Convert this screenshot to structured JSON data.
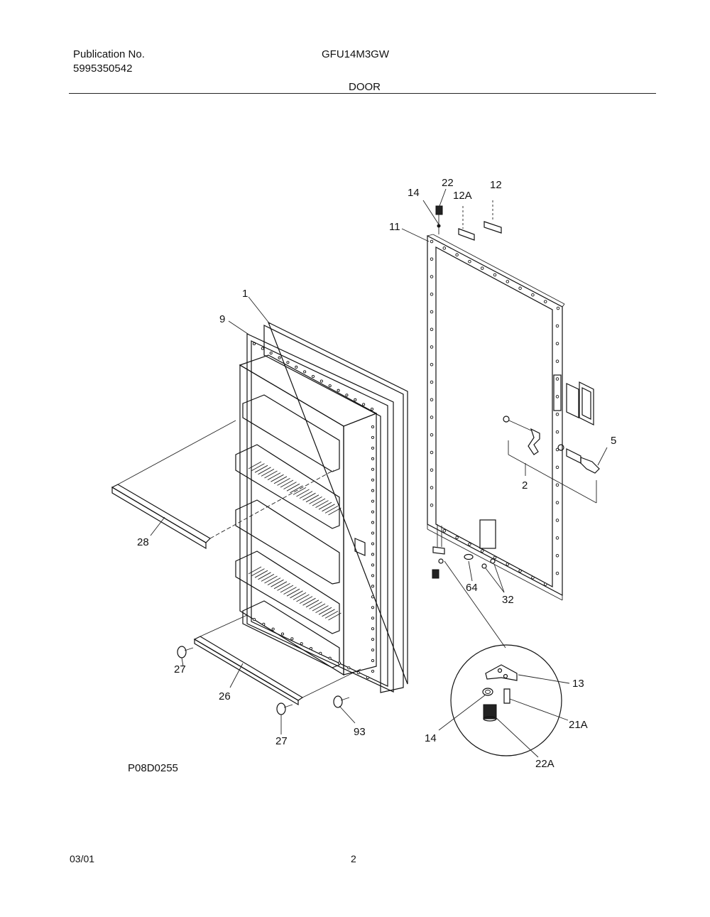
{
  "header": {
    "publication_label": "Publication No.",
    "publication_number": "5995350542",
    "model": "GFU14M3GW",
    "section_title": "DOOR"
  },
  "diagram": {
    "figure_code": "P08D0255",
    "callouts": [
      "1",
      "9",
      "11",
      "14",
      "22",
      "12A",
      "12",
      "5",
      "2",
      "28",
      "64",
      "32",
      "27",
      "26",
      "93",
      "27",
      "13",
      "21A",
      "14",
      "22A"
    ]
  },
  "footer": {
    "date": "03/01",
    "page_number": "2"
  }
}
